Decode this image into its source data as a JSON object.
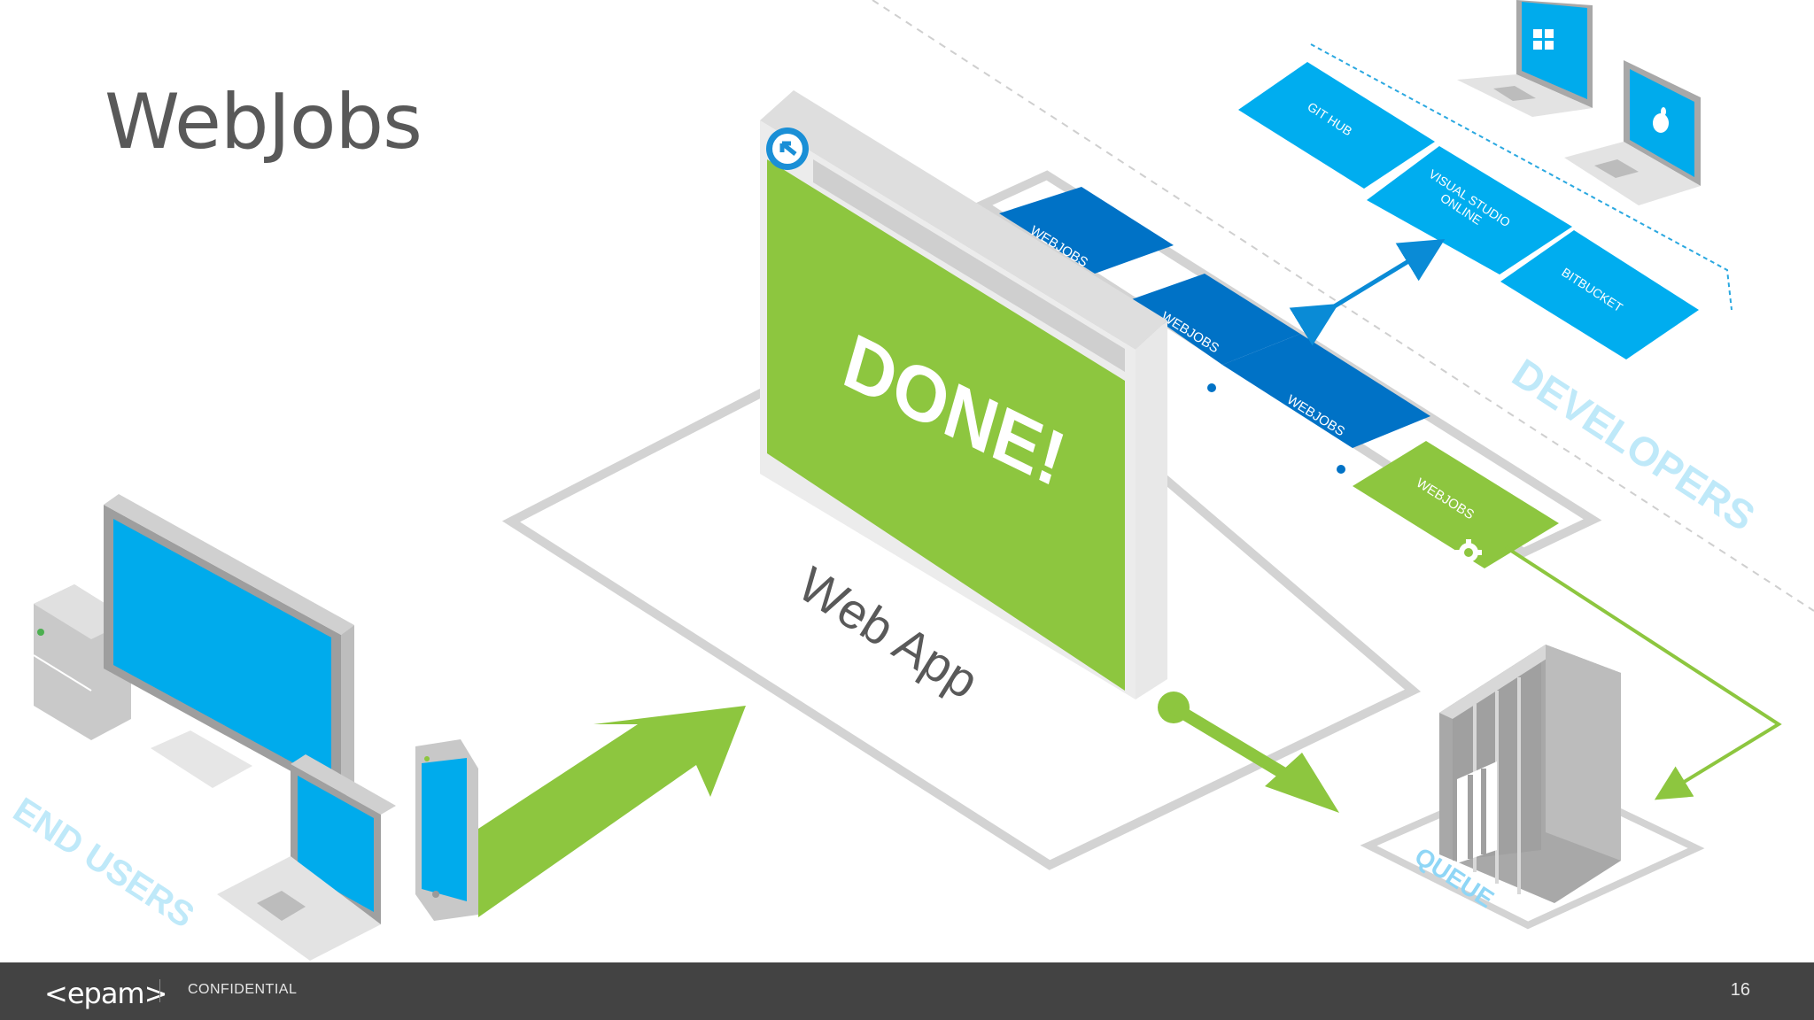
{
  "slide": {
    "title": "WebJobs",
    "page_number": "16"
  },
  "footer": {
    "logo_text": "<epam>",
    "confidential": "CONFIDENTIAL"
  },
  "diagram": {
    "done_text": "DONE!",
    "web_app_label": "Web App",
    "webjob_tiles": [
      "WEBJOBS",
      "WEBJOBS",
      "WEBJOBS",
      "WEBJOBS"
    ],
    "source_control": {
      "git": "GIT HUB",
      "vso_line1": "VISUAL STUDIO",
      "vso_line2": "ONLINE",
      "bitbucket": "BITBUCKET"
    },
    "developers_label": "DEVELOPERS",
    "end_users_label": "END USERS",
    "queue_label": "QUEUE"
  },
  "colors": {
    "green": "#8dc63f",
    "blue_tile": "#0072c6",
    "light_blue": "#00adef",
    "screen_blue": "#00abec",
    "gray_text": "#595959"
  }
}
